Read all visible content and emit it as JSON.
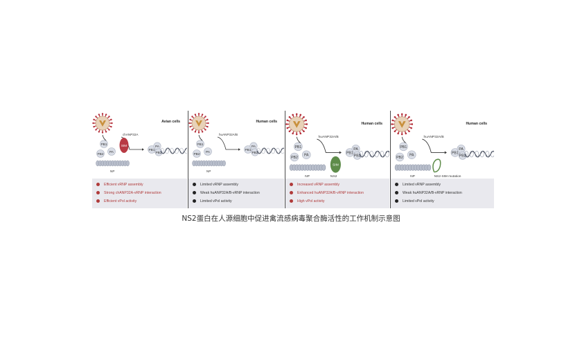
{
  "panels": [
    {
      "cell_type": "Avian cells",
      "anp_label": "chANP32A",
      "sim_label": "SIM",
      "np_label": "NP",
      "proteins": {
        "pb1": "PB1",
        "pb2": "PB2",
        "pa": "PA"
      },
      "legend_color": "#b03a3a",
      "legend": [
        "Efficient vRNP assembly",
        "Strong chANP32A-vRNP interaction",
        "Efficient vPol activity"
      ]
    },
    {
      "cell_type": "Human cells",
      "anp_label": "huANP32A/B",
      "np_label": "NP",
      "proteins": {
        "pb1": "PB1",
        "pb2": "PB2",
        "pa": "PA"
      },
      "legend_color": "#222222",
      "legend": [
        "Limited vRNP assembly",
        "Weak huANP32A/B-vRNP interaction",
        "Limited vPol activity"
      ]
    },
    {
      "cell_type": "Human cells",
      "anp_label": "huANP32A/B",
      "sim_label": "SIM",
      "ns2_label": "NS2",
      "np_label": "NP",
      "proteins": {
        "pb1": "PB1",
        "pb2": "PB2",
        "pa": "PA"
      },
      "legend_color": "#b03a3a",
      "legend": [
        "Increased vRNP assembly",
        "Enhanced huANP32A/B-vRNP interaction",
        "High vPol activity"
      ]
    },
    {
      "cell_type": "Human cells",
      "anp_label": "huANP32A/B",
      "mutation_label": "NS2-SIM mutation",
      "np_label": "NP",
      "proteins": {
        "pb1": "PB1",
        "pb2": "PB2",
        "pa": "PA"
      },
      "legend_color": "#222222",
      "legend": [
        "Limited vRNP assembly",
        "Weak huANP32A/B-vRNP interaction",
        "Limited vPol activity"
      ]
    }
  ],
  "caption": "NS2蛋白在人源细胞中促进禽流感病毒聚合酶活性的工作机制示意图",
  "colors": {
    "virus_spike": "#b5303a",
    "virus_body": "#e8d2b8",
    "virus_core": "#c8903c",
    "protein": "#d9dde6",
    "chanp": "#b83a44",
    "ns2": "#5e8c4a",
    "np": "#b9bfcc",
    "rna": "#3c4250",
    "legend_bg": "#e9e9ee"
  }
}
